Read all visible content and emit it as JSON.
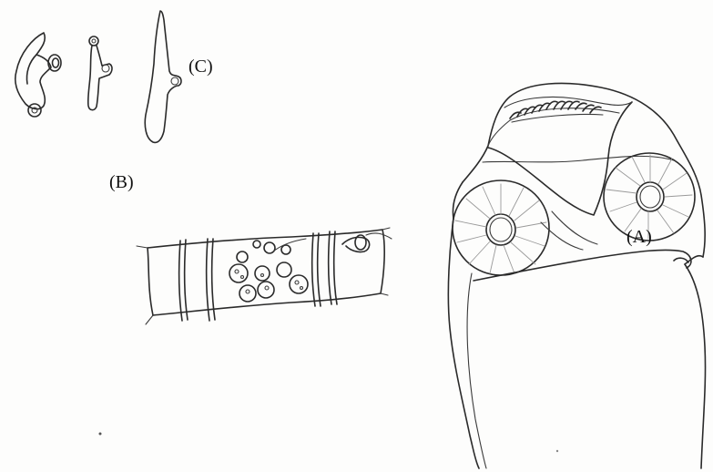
{
  "labels": {
    "a": "(A)",
    "b": "(B)",
    "c": "(C)"
  },
  "colors": {
    "ink": "#2a2a2a",
    "paper": "#fdfdfc"
  }
}
